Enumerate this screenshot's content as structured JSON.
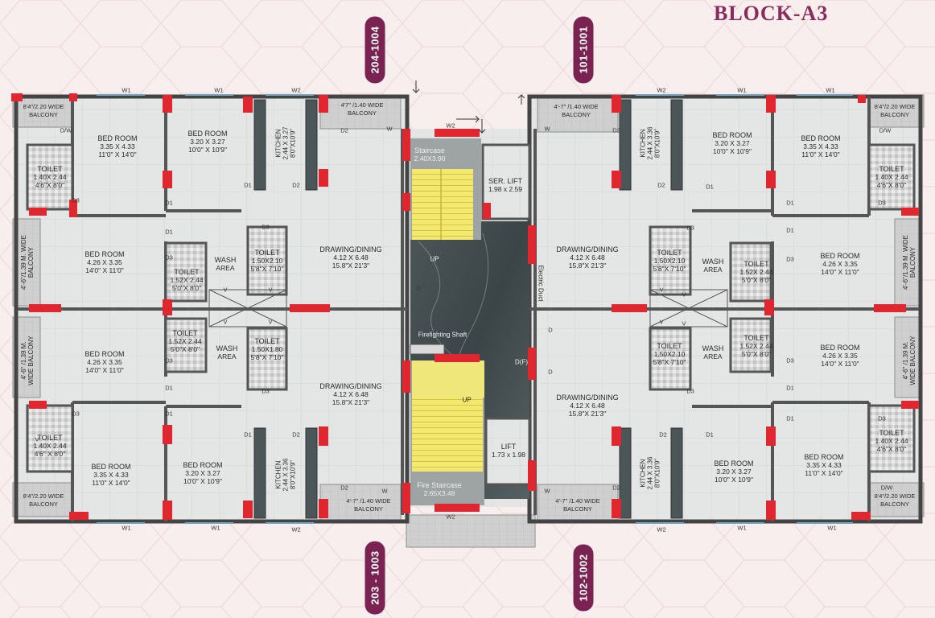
{
  "title": "BLOCK-A3",
  "flat_labels": {
    "top_left": "204-1004",
    "top_right": "101-1001",
    "bottom_left": "203 - 1003",
    "bottom_right": "102-1002"
  },
  "rooms": {
    "tl_bed1": {
      "name": "BED ROOM",
      "metric": "3.35 X 4.33",
      "imperial": "11'0\" X 14'0\""
    },
    "tl_bed2": {
      "name": "BED ROOM",
      "metric": "3.20 X 3.27",
      "imperial": "10'0\" X 10'9\""
    },
    "tl_bed3": {
      "name": "BED ROOM",
      "metric": "4.26 X 3.35",
      "imperial": "14'0\" X 11'0\""
    },
    "tl_toilet1": {
      "name": "TOILET",
      "metric": "1.40X 2.44",
      "imperial": "4'6\"X 8'0\""
    },
    "tl_toilet2": {
      "name": "TOILET",
      "metric": "1.52X 2.44",
      "imperial": "5'0\"X 8'0\""
    },
    "tl_toilet3": {
      "name": "TOILET",
      "metric": "1.50X2.10",
      "imperial": "5'8\"X 7'10\""
    },
    "tl_wash": {
      "name": "WASH",
      "area": "AREA"
    },
    "tl_draw": {
      "name": "DRAWING/DINING",
      "metric": "4.12 X 6.48",
      "imperial": "15.8\"X 21'3\""
    },
    "tl_kitchen": {
      "name": "KITCHEN",
      "metric": "2.44 X 3.27",
      "imperial": "8'0\"X10'9\""
    },
    "tl_bal1": {
      "line1": "8'4\"/2.20 WIDE",
      "line2": "BALCONY"
    },
    "tl_bal2": {
      "line1": "4'7\" /1.40 WIDE",
      "line2": "BALCONY"
    },
    "tl_bal3": {
      "line1": "4'-6\"/1.39 M. WIDE",
      "line2": "BALCONY"
    },
    "bl_bed1": {
      "name": "BED ROOM",
      "metric": "3.35 X 4.33",
      "imperial": "11'0\" X 14'0\""
    },
    "bl_bed2": {
      "name": "BED ROOM",
      "metric": "3.20 X 3.27",
      "imperial": "10'0\" X 10'9\""
    },
    "bl_bed3": {
      "name": "BED ROOM",
      "metric": "4.26 X 3.35",
      "imperial": "14'0\" X 11'0\""
    },
    "bl_toilet1": {
      "name": "TOILET",
      "metric": "1.40X 2.44",
      "imperial": "4'6\" X 8'0\""
    },
    "bl_toilet2": {
      "name": "TOILET",
      "metric": "1.52X 2.44",
      "imperial": "5'0\"X 8'0\""
    },
    "bl_toilet3": {
      "name": "TOILET",
      "metric": "1.50X1.80",
      "imperial": "5'8\"X 7'10\""
    },
    "bl_wash": {
      "name": "WASH",
      "area": "AREA"
    },
    "bl_draw": {
      "name": "DRAWING/DINING",
      "metric": "4.12 X 6.48",
      "imperial": "15.8\"X 21'3\""
    },
    "bl_kitchen": {
      "name": "KITCHEN",
      "metric": "2.44 X 3.36",
      "imperial": "8'0\"X10'9\""
    },
    "bl_bal1": {
      "line1": "8'4\"/2.20 WIDE",
      "line2": "BALCONY"
    },
    "bl_bal2": {
      "line1": "4'-7\" /1.40 WIDE",
      "line2": "BALCONY"
    },
    "bl_bal3": {
      "line1": "4'-6\" /1.39 M.",
      "line2": "WIDE BALCONY"
    },
    "tr_bed1": {
      "name": "BED ROOM",
      "metric": "3.35 X 4.33",
      "imperial": "11'0\" X 14'0\""
    },
    "tr_bed2": {
      "name": "BED ROOM",
      "metric": "3.20 X 3.27",
      "imperial": "10'0\" X 10'9\""
    },
    "tr_bed3": {
      "name": "BED ROOM",
      "metric": "4.26 X 3.35",
      "imperial": "14'0\" X 11'0\""
    },
    "tr_toilet1": {
      "name": "TOILET",
      "metric": "1.40X 2.44",
      "imperial": "4'6\"X 8'0\""
    },
    "tr_toilet2": {
      "name": "TOILET",
      "metric": "1.52X 2.44",
      "imperial": "5'0\"X 8'0\""
    },
    "tr_toilet3": {
      "name": "TOILET",
      "metric": "1.50X2.10",
      "imperial": "5'8\"X 7'10\""
    },
    "tr_wash": {
      "name": "WASH",
      "area": "AREA"
    },
    "tr_draw": {
      "name": "DRAWING/DINING",
      "metric": "4.12 X 6.48",
      "imperial": "15.8\"X 21'3\""
    },
    "tr_kitchen": {
      "name": "KITCHEN",
      "metric": "2.44 X 3.36",
      "imperial": "8'0\"X10'9\""
    },
    "tr_bal1": {
      "line1": "8'4\"/2.20 WIDE",
      "line2": "BALCONY"
    },
    "tr_bal2": {
      "line1": "4'-7\" /1.40 WIDE",
      "line2": "BALCONY"
    },
    "tr_bal3": {
      "line1": "4'-6\"/1.39 M. WIDE",
      "line2": "BALCONY"
    },
    "br_bed1": {
      "name": "BED ROOM",
      "metric": "3.35 X 4.33",
      "imperial": "11'0\" X 14'0\""
    },
    "br_bed2": {
      "name": "BED ROOM",
      "metric": "3.20 X 3.27",
      "imperial": "10'0\" X 10'9\""
    },
    "br_bed3": {
      "name": "BED ROOM",
      "metric": "4.26 X 3.35",
      "imperial": "14'0\" X 11'0\""
    },
    "br_toilet1": {
      "name": "TOILET",
      "metric": "1.40X 2.44",
      "imperial": "4'6\"X 8'0\""
    },
    "br_toilet2": {
      "name": "TOILET",
      "metric": "1.52X 2.44",
      "imperial": "5'0\"X 8'0\""
    },
    "br_toilet3": {
      "name": "TOILET",
      "metric": "1.50X2.10",
      "imperial": "5'8\"X 7'10\""
    },
    "br_wash": {
      "name": "WASH",
      "area": "AREA"
    },
    "br_draw": {
      "name": "DRAWING/DINING",
      "metric": "4.12 X 6.48",
      "imperial": "15.8\"X 21'3\""
    },
    "br_kitchen": {
      "name": "KITCHEN",
      "metric": "2.44 X 3.36",
      "imperial": "8'0\"X10'9\""
    },
    "br_bal1": {
      "line1": "8'4\"/2.20 WIDE",
      "line2": "BALCONY"
    },
    "br_bal2": {
      "line1": "4'-7\" /1.40 WIDE",
      "line2": "BALCONY"
    },
    "br_bal3": {
      "line1": "4'-6\" /1.39 M.",
      "line2": "WIDE BALCONY"
    }
  },
  "core": {
    "staircase": {
      "name": "Staircase",
      "dim": "2.40X3.90"
    },
    "fire_staircase": {
      "name": "Fire Staircase",
      "dim": "2.65X3.48"
    },
    "ser_lift": {
      "name": "SER. LIFT",
      "dim": "1.98 x 2.59"
    },
    "lift": {
      "name": "LIFT",
      "dim": "1.73 x 1.98"
    },
    "fire_shaft": "Firefighting Shaft",
    "electric_duct": "Electric Duct",
    "up": "UP",
    "df": "D(F)"
  },
  "tags": {
    "W1": "W1",
    "W2": "W2",
    "W": "W",
    "D": "D",
    "D1": "D1",
    "D2": "D2",
    "D3": "D3",
    "DW": "D/W",
    "V": "V"
  }
}
